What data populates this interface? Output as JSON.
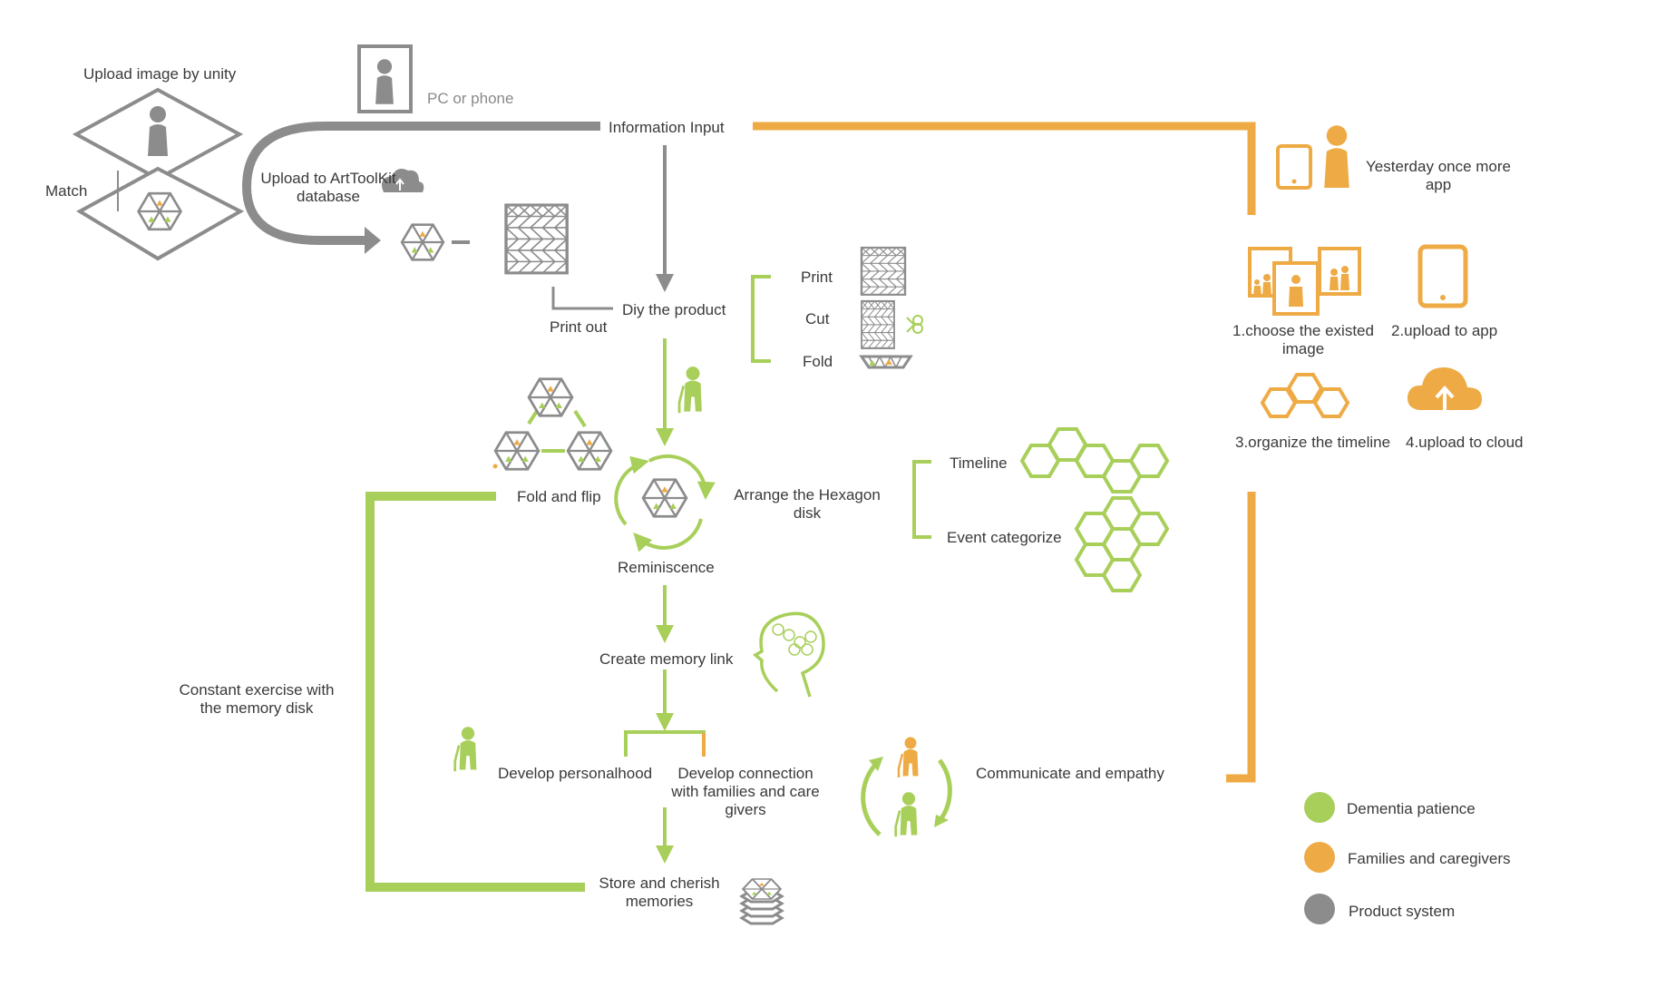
{
  "colors": {
    "patient": "#a8cf5a",
    "family": "#eeab45",
    "product": "#8c8c8c"
  },
  "labels": {
    "upload_image": "Upload image by unity",
    "pc_phone": "PC or phone",
    "info_input": "Information Input",
    "match": "Match",
    "upload_artoolkit": "Upload to ArtToolKit database",
    "print_out": "Print out",
    "diy": "Diy the product",
    "print": "Print",
    "cut": "Cut",
    "fold": "Fold",
    "fold_flip": "Fold and flip",
    "arrange": "Arrange the Hexagon disk",
    "reminiscence": "Reminiscence",
    "timeline": "Timeline",
    "event_cat": "Event categorize",
    "memory_link": "Create memory link",
    "constant": "Constant exercise with the memory disk",
    "personalhood": "Develop personalhood",
    "connection": "Develop connection with families and care givers",
    "communicate": "Communicate and empathy",
    "store": "Store and cherish memories",
    "yesterday": "Yesterday once more app",
    "step1": "1.choose the existed image",
    "step2": "2.upload to app",
    "step3": "3.organize the timeline",
    "step4": "4.upload to cloud"
  },
  "legend": [
    {
      "label": "Dementia patience",
      "color": "#a8cf5a"
    },
    {
      "label": "Families and caregivers",
      "color": "#eeab45"
    },
    {
      "label": "Product system",
      "color": "#8c8c8c"
    }
  ]
}
